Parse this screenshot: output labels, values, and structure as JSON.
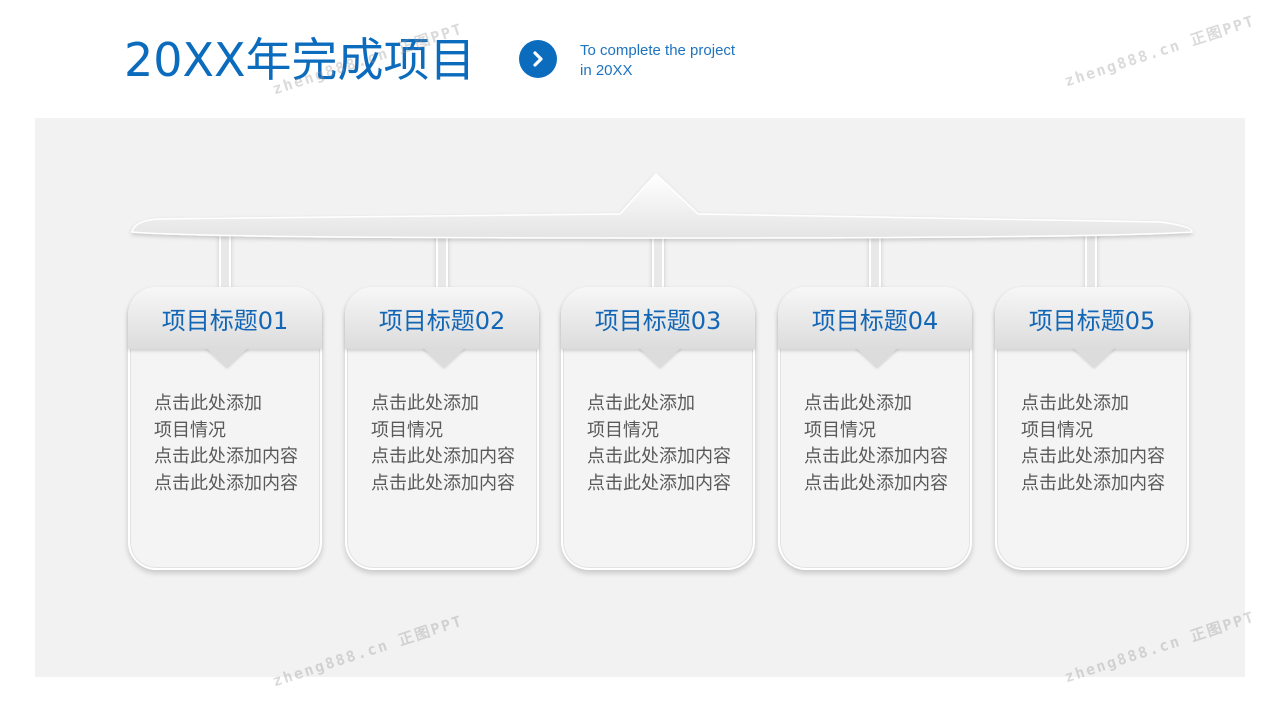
{
  "header": {
    "title": "20XX年完成项目",
    "subtitle_line1": "To complete the project",
    "subtitle_line2": "in 20XX",
    "accent_color": "#0b6bbd"
  },
  "cards": [
    {
      "title": "项目标题01",
      "lines": [
        "点击此处添加",
        "项目情况",
        "点击此处添加内容",
        "点击此处添加内容"
      ]
    },
    {
      "title": "项目标题02",
      "lines": [
        "点击此处添加",
        "项目情况",
        "点击此处添加内容",
        "点击此处添加内容"
      ]
    },
    {
      "title": "项目标题03",
      "lines": [
        "点击此处添加",
        "项目情况",
        "点击此处添加内容",
        "点击此处添加内容"
      ]
    },
    {
      "title": "项目标题04",
      "lines": [
        "点击此处添加",
        "项目情况",
        "点击此处添加内容",
        "点击此处添加内容"
      ]
    },
    {
      "title": "项目标题05",
      "lines": [
        "点击此处添加",
        "项目情况",
        "点击此处添加内容",
        "点击此处添加内容"
      ]
    }
  ],
  "watermark": {
    "text": "zheng888.cn 正图PPT"
  },
  "icons": {
    "header_arrow": "chevron-right-icon"
  }
}
